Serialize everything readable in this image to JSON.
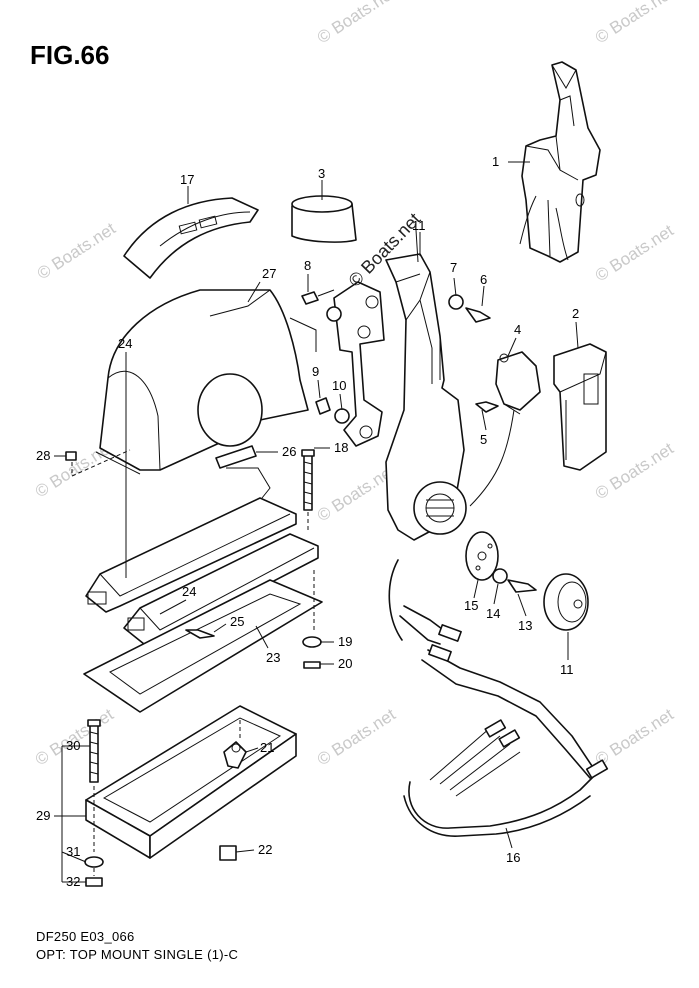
{
  "figure": {
    "title": "FIG.66",
    "footer_code": "DF250 E03_066",
    "footer_caption": "OPT: TOP MOUNT SINGLE (1)-C"
  },
  "watermark": {
    "text": "© Boats.net",
    "overlay_text": "© Boats.net"
  },
  "parts": [
    {
      "id": "1",
      "label": "1"
    },
    {
      "id": "2",
      "label": "2"
    },
    {
      "id": "3",
      "label": "3"
    },
    {
      "id": "4",
      "label": "4"
    },
    {
      "id": "5",
      "label": "5"
    },
    {
      "id": "6",
      "label": "6"
    },
    {
      "id": "7",
      "label": "7"
    },
    {
      "id": "8",
      "label": "8"
    },
    {
      "id": "9",
      "label": "9"
    },
    {
      "id": "10",
      "label": "10"
    },
    {
      "id": "11",
      "label": "11"
    },
    {
      "id": "11b",
      "label": "11"
    },
    {
      "id": "13",
      "label": "13"
    },
    {
      "id": "14",
      "label": "14"
    },
    {
      "id": "15",
      "label": "15"
    },
    {
      "id": "16",
      "label": "16"
    },
    {
      "id": "17",
      "label": "17"
    },
    {
      "id": "18",
      "label": "18"
    },
    {
      "id": "19",
      "label": "19"
    },
    {
      "id": "20",
      "label": "20"
    },
    {
      "id": "21",
      "label": "21"
    },
    {
      "id": "22",
      "label": "22"
    },
    {
      "id": "23",
      "label": "23"
    },
    {
      "id": "24",
      "label": "24"
    },
    {
      "id": "24b",
      "label": "24"
    },
    {
      "id": "25",
      "label": "25"
    },
    {
      "id": "26",
      "label": "26"
    },
    {
      "id": "27",
      "label": "27"
    },
    {
      "id": "28",
      "label": "28"
    },
    {
      "id": "29",
      "label": "29"
    },
    {
      "id": "30",
      "label": "30"
    },
    {
      "id": "31",
      "label": "31"
    },
    {
      "id": "32",
      "label": "32"
    }
  ]
}
